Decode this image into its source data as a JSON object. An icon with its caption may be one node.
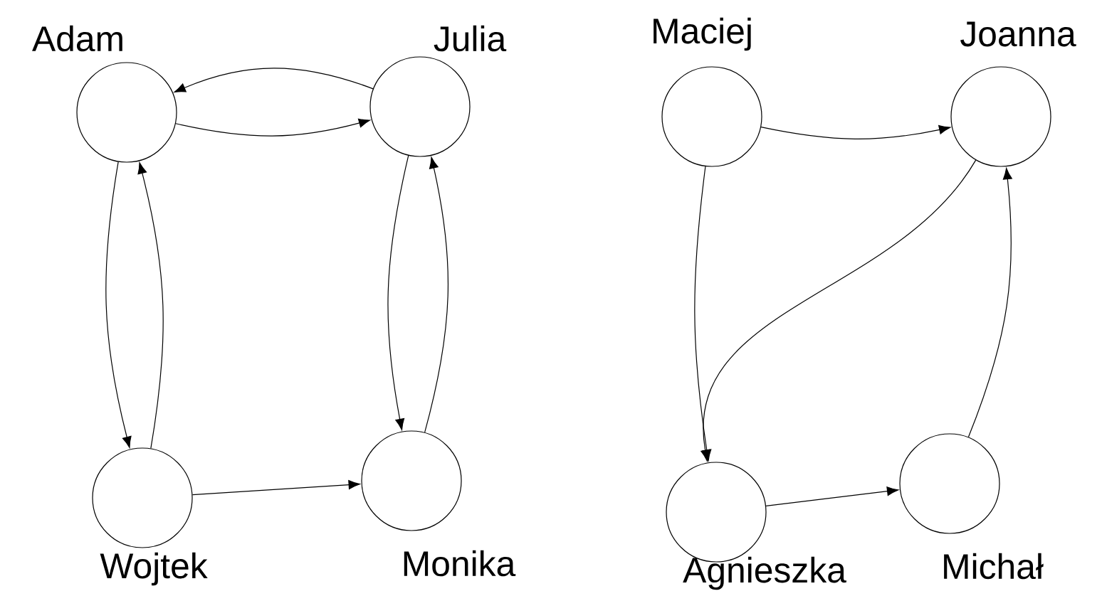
{
  "diagram": {
    "nodes": [
      {
        "text": [
          "Adam"
        ]
      },
      {
        "text": [
          "Julia"
        ]
      },
      {
        "text": [
          "Wojtek"
        ]
      },
      {
        "text": [
          "Monika"
        ]
      },
      {
        "text": [
          "Maciej"
        ]
      },
      {
        "text": [
          "Joanna"
        ]
      },
      {
        "text": [
          "Agnieszka"
        ]
      },
      {
        "text": [
          "Michał"
        ]
      }
    ],
    "edges": [
      {
        "from": 1,
        "to": 0,
        "arrow": "to"
      },
      {
        "from": 0,
        "to": 1,
        "arrow": "to"
      },
      {
        "from": 0,
        "to": 2,
        "arrow": "to"
      },
      {
        "from": 2,
        "to": 0,
        "arrow": "to"
      },
      {
        "from": 1,
        "to": 3,
        "arrow": "to"
      },
      {
        "from": 3,
        "to": 1,
        "arrow": "to"
      },
      {
        "from": 2,
        "to": 3,
        "arrow": "to"
      },
      {
        "from": 4,
        "to": 5,
        "arrow": "to"
      },
      {
        "from": 4,
        "to": 6,
        "arrow": "to"
      },
      {
        "from": 5,
        "to": 6,
        "arrow": "to"
      },
      {
        "from": 6,
        "to": 7,
        "arrow": "to"
      },
      {
        "from": 7,
        "to": 5,
        "arrow": "to"
      }
    ]
  }
}
